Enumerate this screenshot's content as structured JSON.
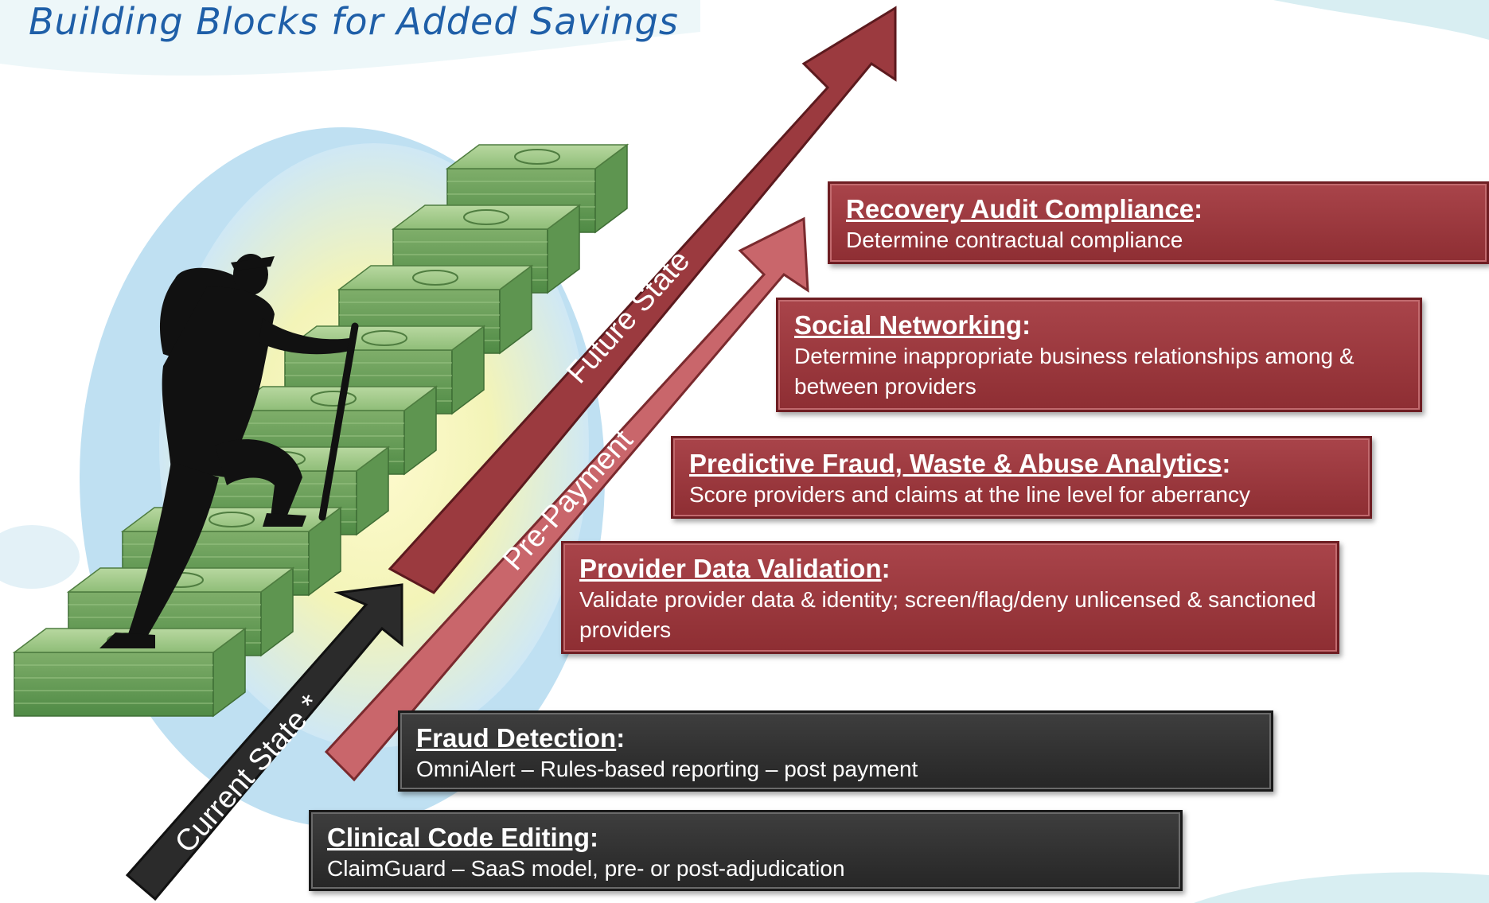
{
  "title": "Building Blocks for Added Savings",
  "arrows": {
    "future_state": "Future State",
    "pre_payment": "Pre-Payment",
    "current_state": "Current State *"
  },
  "blocks": {
    "recovery_audit": {
      "heading": "Recovery Audit Compliance",
      "desc": "Determine contractual compliance"
    },
    "social_networking": {
      "heading": "Social Networking",
      "desc": "Determine inappropriate business relationships among & between providers"
    },
    "predictive_fraud": {
      "heading": "Predictive Fraud, Waste & Abuse Analytics",
      "desc": "Score providers and claims at the line level for aberrancy"
    },
    "provider_data": {
      "heading": "Provider Data Validation",
      "desc": "Validate provider data & identity; screen/flag/deny unlicensed & sanctioned providers"
    },
    "fraud_detection": {
      "heading": "Fraud Detection",
      "desc": "OmniAlert – Rules-based reporting – post payment"
    },
    "clinical_code": {
      "heading": "Clinical Code Editing",
      "desc": "ClaimGuard – SaaS model, pre- or post-adjudication"
    }
  },
  "heading_suffix": ":",
  "colors": {
    "title": "#1f5fa8",
    "future_arrow": "#9b3a3f",
    "pre_payment_arrow": "#c9666b",
    "current_arrow": "#2b2b2b",
    "red_block": "#9b3a3f",
    "dark_block": "#333333",
    "money": "#7fae6a"
  },
  "icons": [
    "hiker-silhouette-icon",
    "money-stairs-icon"
  ]
}
